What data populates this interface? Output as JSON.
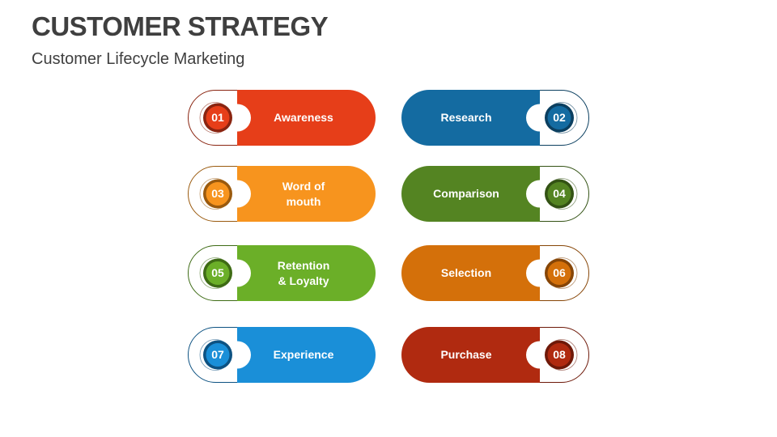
{
  "header": {
    "title": "CUSTOMER STRATEGY",
    "subtitle": "Customer Lifecycle Marketing"
  },
  "steps": [
    {
      "number": "01",
      "label": "Awareness",
      "color": "#E63E19",
      "dark": "#8A2410"
    },
    {
      "number": "02",
      "label": "Research",
      "color": "#146BA1",
      "dark": "#0B3F60"
    },
    {
      "number": "03",
      "label": "Word of\nmouth",
      "color": "#F7941E",
      "dark": "#9A5A0E"
    },
    {
      "number": "04",
      "label": "Comparison",
      "color": "#548422",
      "dark": "#335214"
    },
    {
      "number": "05",
      "label": "Retention\n& Loyalty",
      "color": "#6BAF28",
      "dark": "#3E6B15"
    },
    {
      "number": "06",
      "label": "Selection",
      "color": "#D4700A",
      "dark": "#864506"
    },
    {
      "number": "07",
      "label": "Experience",
      "color": "#1A8FD8",
      "dark": "#0D5282"
    },
    {
      "number": "08",
      "label": "Purchase",
      "color": "#B02A10",
      "dark": "#6E1909"
    }
  ]
}
